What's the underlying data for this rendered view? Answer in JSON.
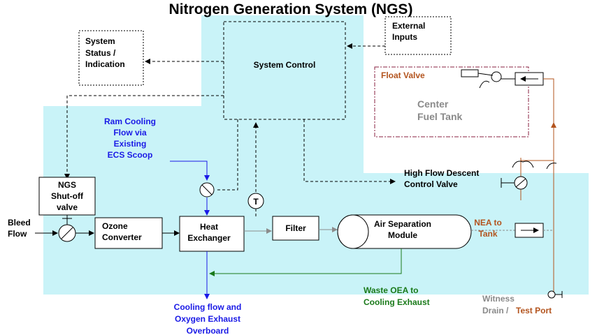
{
  "title": "Nitrogen Generation System (NGS)",
  "boxes": {
    "system_status": [
      "System",
      "Status /",
      "Indication"
    ],
    "system_control": "System Control",
    "external_inputs": [
      "External",
      "Inputs"
    ],
    "ngs_shutoff": [
      "NGS",
      "Shut-off",
      "valve"
    ],
    "ozone_converter": [
      "Ozone",
      "Converter"
    ],
    "heat_exchanger": [
      "Heat",
      "Exchanger"
    ],
    "filter": "Filter",
    "air_separation": [
      "Air Separation",
      "Module"
    ],
    "center_fuel_tank": [
      "Center",
      "Fuel Tank"
    ]
  },
  "labels": {
    "float_valve": "Float Valve",
    "ram_cooling": [
      "Ram Cooling",
      "Flow via",
      "Existing",
      "ECS Scoop"
    ],
    "bleed_flow": [
      "Bleed",
      "Flow"
    ],
    "temperature_sensor": "T",
    "high_flow_valve": [
      "High Flow Descent",
      "Control Valve"
    ],
    "nea_to_tank": [
      "NEA to",
      "Tank"
    ],
    "waste_oea": [
      "Waste OEA to",
      "Cooling Exhaust"
    ],
    "cooling_overboard": [
      "Cooling flow and",
      "Oxygen Exhaust",
      "Overboard"
    ],
    "witness": "Witness",
    "drain": "Drain /",
    "test_port": "Test Port"
  },
  "colors": {
    "background_zone": "#c9f3f8",
    "blue_text": "#1a1ae6",
    "green_text": "#1a7a1a",
    "brown": "#b3541e",
    "tank_border": "#8a2040",
    "gray_text": "#8a8a8a",
    "flow_gray": "#8c8c8c"
  }
}
